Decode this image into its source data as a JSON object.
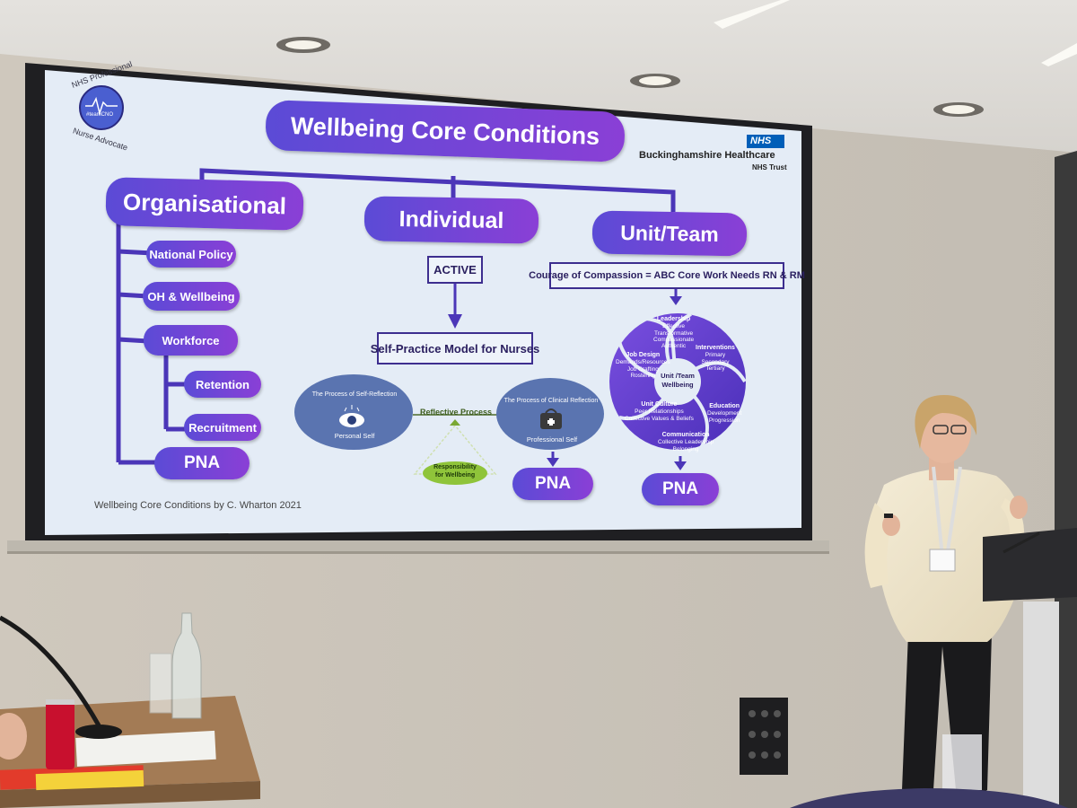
{
  "slide": {
    "badge": {
      "line1": "NHS Professional",
      "line2": "Nurse Advocate",
      "tag": "#teamCNO"
    },
    "trust": {
      "logo": "NHS",
      "name": "Buckinghamshire Healthcare",
      "sub": "NHS Trust"
    },
    "title": "Wellbeing Core Conditions",
    "organisational": {
      "heading": "Organisational",
      "items": [
        "National Policy",
        "OH & Wellbeing",
        "Workforce",
        "Retention",
        "Recruitment"
      ],
      "pna": "PNA"
    },
    "individual": {
      "heading": "Individual",
      "active": "ACTIVE",
      "model": "Self-Practice Model for Nurses",
      "self_reflection": {
        "title": "The Process of Self-Reflection",
        "caption": "Personal Self"
      },
      "reflective_process": "Reflective Process",
      "clinical_reflection": {
        "title": "The Process of Clinical Reflection",
        "caption": "Professional Self"
      },
      "responsibility": {
        "line1": "Responsibility",
        "line2": "for Wellbeing"
      },
      "pna": "PNA"
    },
    "unit_team": {
      "heading": "Unit/Team",
      "compassion": "Courage of Compassion = ABC Core Work Needs RN & RM",
      "wheel_center": {
        "line1": "Unit /Team",
        "line2": "Wellbeing"
      },
      "segments": [
        {
          "name": "Leadership",
          "detail": [
            "Effective",
            "Transformative",
            "Compassionate",
            "Authentic"
          ]
        },
        {
          "name": "Interventions",
          "detail": [
            "Primary",
            "Secondary",
            "Tertiary"
          ]
        },
        {
          "name": "Education",
          "detail": [
            "Development",
            "Progression"
          ]
        },
        {
          "name": "Communication",
          "detail": [
            "Collective Leadership",
            "Belonging"
          ]
        },
        {
          "name": "Unit Culture",
          "detail": [
            "Peer Relationships",
            "Collective Values & Beliefs"
          ]
        },
        {
          "name": "Job Design",
          "detail": [
            "Demands/Resources",
            "Job Crafting",
            "Rostering"
          ]
        }
      ],
      "pna": "PNA"
    },
    "credit": "Wellbeing Core Conditions  by C. Wharton 2021"
  },
  "colors": {
    "purple": "#5b3fc8",
    "violet": "#8a3fd6",
    "slide_bg": "#e4ecf6",
    "green": "#8fc43a"
  }
}
